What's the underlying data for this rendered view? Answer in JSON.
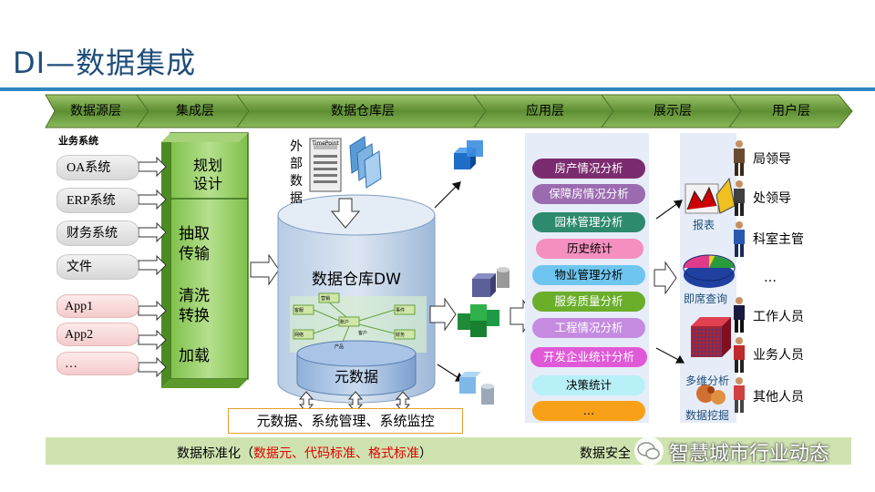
{
  "title": "DI—数据集成",
  "layers": [
    "数据源层",
    "集成层",
    "数据仓库层",
    "应用层",
    "展示层",
    "用户层"
  ],
  "source_header": "业务系统",
  "sources": [
    "OA系统",
    "ERP系统",
    "财务系统",
    "文件"
  ],
  "apps": [
    "App1",
    "App2",
    "…"
  ],
  "integration": {
    "top": "规划\n设计",
    "steps": [
      "抽取",
      "传输",
      "清洗",
      "转换",
      "加载"
    ]
  },
  "external": {
    "label": "外部数据",
    "chars": [
      "外",
      "部",
      "数",
      "据"
    ],
    "doc_label": "TimePoint"
  },
  "warehouse": {
    "label": "数据仓库DW",
    "metadata": "元数据",
    "nodes": [
      "客服",
      "营销",
      "账户",
      "事件",
      "网络",
      "客户",
      "财务",
      "产品"
    ]
  },
  "management": "元数据、系统管理、系统监控",
  "applications": [
    "房产情况分析",
    "保障房情况分析",
    "园林管理分析",
    "历史统计",
    "物业管理分析",
    "服务质量分析",
    "工程情况分析",
    "开发企业统计分析",
    "决策统计",
    "…"
  ],
  "application_colors": [
    "#7b2b6f",
    "#9b6bb0",
    "#2d8a6e",
    "#f48fc0",
    "#6ec6f0",
    "#6aae2a",
    "#c58be0",
    "#e05ad8",
    "#b8f0f8",
    "#f8a018"
  ],
  "display": [
    "报表",
    "即席查询",
    "多维分析",
    "数据挖掘"
  ],
  "users": [
    "局领导",
    "处领导",
    "科室主管",
    "…",
    "工作人员",
    "业务人员",
    "其他人员"
  ],
  "bottom": {
    "prefix": "数据标准化（",
    "highlight": "数据元、代码标准、格式标准",
    "suffix": "）",
    "security": "数据安全"
  },
  "watermark": "智慧城市行业动态",
  "colors": {
    "title": "#1f4e79",
    "layer_bar": "#6a9c3c",
    "bottom_bar": "#cfe3b0",
    "highlight_red": "#e00000",
    "accent_blue": "#2e86c1"
  }
}
